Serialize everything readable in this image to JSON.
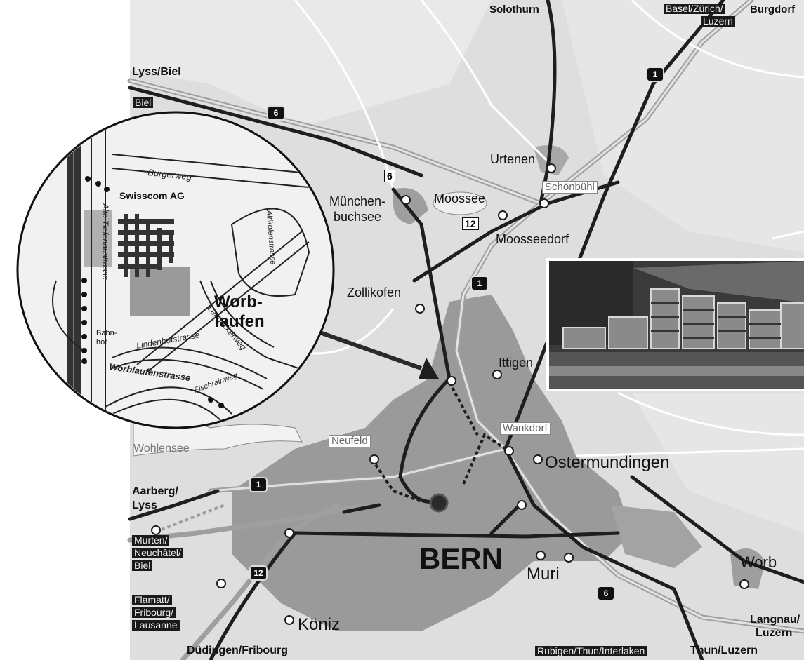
{
  "map": {
    "labels": {
      "solothurn": "Solothurn",
      "basel": "Basel/Zürich/",
      "luzern_top": "Luzern",
      "burgdorf": "Burgdorf",
      "lyss_biel": "Lyss/Biel",
      "biel_top": "Biel",
      "urtenen": "Urtenen",
      "schonbuhl": "Schönbühl",
      "munchen1": "München-",
      "munchen2": "buchsee",
      "moossee": "Moossee",
      "moosseedorf": "Moosseedorf",
      "zollikofen": "Zollikofen",
      "ittigen": "Ittigen",
      "wankdorf": "Wankdorf",
      "neufeld": "Neufeld",
      "wohlensee": "Wohlensee",
      "ostermundingen": "Ostermundingen",
      "aarberg1": "Aarberg/",
      "aarberg2": "Lyss",
      "murten1": "Murten/",
      "murten2": "Neuchâtel/",
      "murten3": "Biel",
      "bern": "BERN",
      "muri": "Muri",
      "worb": "Worb",
      "flamatt1": "Flamatt/",
      "flamatt2": "Fribourg/",
      "flamatt3": "Lausanne",
      "koniz": "Köniz",
      "dudingen": "Düdingen/Fribourg",
      "rubigen": "Rubigen/Thun/Interlaken",
      "thun": "Thun/Luzern",
      "langnau1": "Langnau/",
      "langnau2": "Luzern"
    },
    "route_numbers": {
      "r6_top": "6",
      "r6_mid": "6",
      "r1_top": "1",
      "r12_mid": "12",
      "r1_mid": "1",
      "r1_left": "1",
      "r12_bottom": "12",
      "r6_bottom": "6"
    },
    "inset": {
      "burgerweg": "Burgerweg",
      "swisscom": "Swisscom AG",
      "alte_tiefenaustrasse": "Alte Tiefenaustrasse",
      "altikofenstrasse": "Altikofenstrasse",
      "worblaufen1": "Worb-",
      "worblaufen2": "laufen",
      "langackerweg": "Langackerweg",
      "bahnhof1": "Bahn-",
      "bahnhof2": "hof",
      "lindenhofstrasse": "Lindenhofstrasse",
      "worblaufenstrasse": "Worblaufenstrasse",
      "fischrainweg": "Fischrainweg"
    },
    "colors": {
      "city_area": "#9a9a9a",
      "land": "#d8d8d8",
      "road_dark": "#1e1e1e",
      "road_grey": "#b5b5b5"
    }
  }
}
